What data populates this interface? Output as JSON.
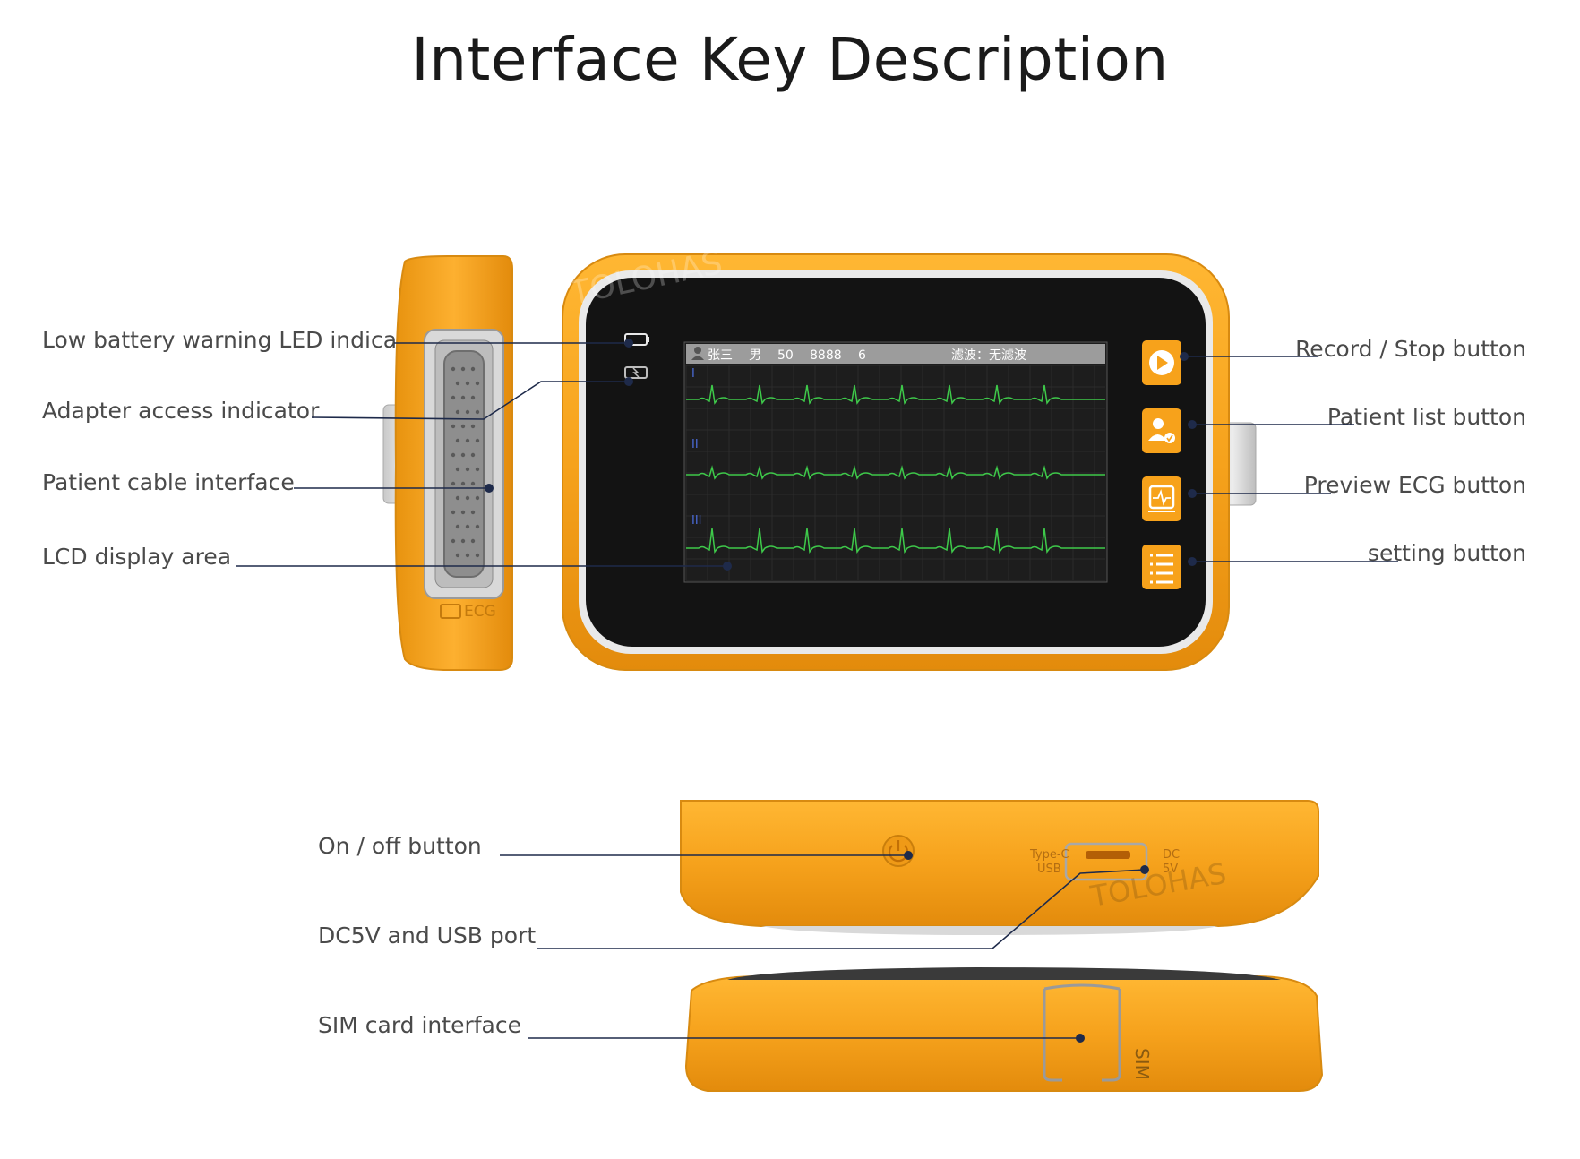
{
  "title": "Interface Key Description",
  "device": {
    "brand_watermark": "TOLOHAS",
    "side_label": "ECG",
    "screen": {
      "status_bar": {
        "name": "张三",
        "gender": "男",
        "age": "50",
        "id": "8888",
        "num": "6",
        "filter": "滤波：无滤波"
      },
      "leads": [
        "I",
        "II",
        "III"
      ]
    },
    "port_labels": {
      "usb": [
        "Type-C",
        "USB"
      ],
      "dc": [
        "DC",
        "5V"
      ]
    },
    "sim_label": "SIM"
  },
  "callouts": {
    "left": [
      "Low battery warning LED indicator",
      "Adapter access indicator",
      "Patient cable interface",
      "LCD display area"
    ],
    "right": [
      "Record / Stop button",
      "Patient list button",
      "Preview ECG button",
      "setting button"
    ],
    "bottom": [
      "On / off button",
      "DC5V and USB port",
      "SIM card interface"
    ]
  },
  "colors": {
    "body": "#f6a21c",
    "body_dark": "#e08e10",
    "screen": "#121212",
    "accent_button": "#f7a21b",
    "ecg_trace": "#3ec94a",
    "line": "#1e2a4a"
  }
}
